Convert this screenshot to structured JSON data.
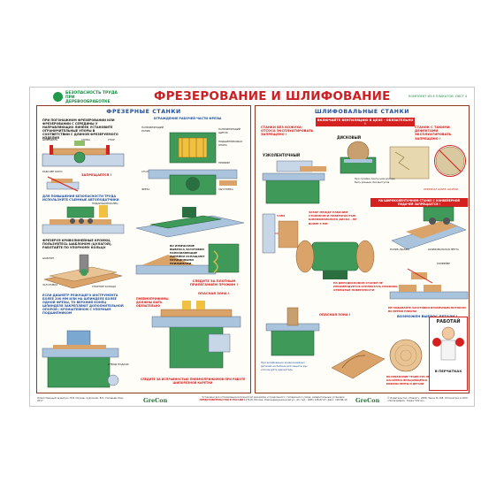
{
  "header": {
    "logo_line1": "БЕЗОПАСНОСТЬ ТРУДА",
    "logo_line2": "ПРИ ДЕРЕВООБРАБОТКЕ",
    "title": "ФРЕЗЕРОВАНИЕ И ШЛИФОВАНИЕ",
    "kit": "КОМПЛЕКТ ИЗ 6 ПЛАКАТОВ. ЛИСТ 4"
  },
  "left": {
    "title": "ФРЕЗЕРНЫЕ СТАНКИ",
    "guard_title": "ОГРАЖДЕНИЕ РАБОЧЕЙ ЧАСТИ ФРЕЗЫ",
    "intro": "ПРИ ПОГОНАЖНОМ ФРЕЗЕРОВАНИИ ИЛИ ФРЕЗЕРОВАНИИ С СЕРЕДИНЫ У НАПРАВЛЯЮЩИХ ЛИНЕЕК УСТАНОВИТЕ ОГРАНИЧИТЕЛЬНЫЕ УПОРЫ В СООТВЕТСТВИИ С ДЛИНОЙ ФРЕЗЕРУЕМОГО ИЗДЕЛИЯ",
    "labels_top": [
      "Шпиндель",
      "Скоба",
      "Упор",
      "Рабочее окно"
    ],
    "forbidden1": "ЗАПРЕЩАЕТСЯ !",
    "safety": "ДЛЯ ПОВЫШЕНИЯ БЕЗОПАСНОСТИ ТРУДА ИСПОЛЬЗУЙТЕ СЪЕМНЫЕ АВТОПОДАТЧИКИ",
    "feeder_label": "Подающий валец",
    "curve_text": "ФРЕЗЕРУЯ КРИВОЛИНЕЙНЫЕ КРОМКИ, ПОЛЬЗУЙТЕСЬ ШАБЛОНОМ (ЦУЛАГОЙ), РАБОТАЙТЕ ПО УПОРНОМУ КОЛЬЦУ",
    "curve_labels": [
      "Шаблон",
      "Заготовка",
      "Упорное кольцо"
    ],
    "spindle_text": "ЕСЛИ ДИАМЕТР РЕЖУЩЕГО ИНСТРУМЕНТА БОЛЕЕ 200 мм ИЛИ НА ШПИНДЕЛЕ БОЛЕЕ ОДНОЙ ФРЕЗЫ, ТО ВЕРХНИЙ КОНЕЦ ШПИНДЕЛЯ ЗАКРЕПЛЯЮТ ДОПОЛНИТЕЛЬНОЙ ОПОРОЙ / КРОНШТЕЙНОМ С УПОРНЫМ ПОДШИПНИКОМ",
    "guard_labels": [
      "Направляющий ролик",
      "Направляющий щиток",
      "Подшипниковая опора",
      "Стол",
      "Прижим",
      "Фреза",
      "Заготовка"
    ],
    "hand_text": "ВО ИЗБЕЖАНИЕ ВЫБРОСА ЗАГОТОВКИ НАПРАВЛЯЮЩИЕ ЛИНЕЙКИ ОСНАЩАЮТ ПРУЖИННЫМИ ПРИЖИМАМИ",
    "watch": "СЛЕДИТЕ ЗА ПЛОТНЫМ ПРИЛЕГАНИЕМ ПРУЖИН !",
    "danger": "ОПАСНАЯ ЗОНА !",
    "pneu_text": "ПНЕВМОПРИЖИМЫ ДОЛЖНЫ БЫТЬ ОБЯЗАТЕЛЬНО",
    "pneu_bottom": "СЛЕДИТЕ ЗА ИСПРАВНОСТЬЮ ПНЕВМОПРИЖИМОВ ПРИ РАБОТЕ ШИПОРЕЗНОЙ КАРЕТКИ",
    "feed_label": "Отвод подачи"
  },
  "right": {
    "title": "ШЛИФОВАЛЬНЫЕ СТАНКИ",
    "vent": "ВКЛЮЧАЙТЕ ВЕНТИЛЯЦИЮ В ЦЕХЕ - ОБЯЗАТЕЛЬНО !",
    "no_guard": "СТАНКИ БЕЗ КОЖУХА-ОТСОСА ЭКСПЛУАТИРОВАТЬ ЗАПРЕЩЕНО !",
    "belt": "УЗКОЛЕНТОЧНЫЙ",
    "disc": "ДИСКОВЫЙ",
    "torn": "СТАНОК С ТАКИМИ ДЕФЕКТАМИ ЭКСПЛУАТИРОВАТЬ ЗАПРЕЩЕНО !",
    "belt_check": "При склейке ленты шов должен быть ровным, без выступов",
    "disc_check": "ОРИГИНАЛ ШЛИФ. ШКУРКИ",
    "feeder_forbid": "НА ШИРОКОЛЕНТОЧНОМ СТАНКЕ С КОНВЕЙЕРНОЙ ПОДАЧЕЙ ЗАПРЕЩАЕТСЯ !",
    "gap": "ЗАЗОР МЕЖДУ РАБОЧИМ СТОЛИКОМ И ПОВЕРХНОСТЬЮ ШЛИФОВАЛЬНОГО ДИСКА - НЕ БОЛЕЕ 5 мм",
    "gap_size": "5 мм",
    "twin": "НА ДВУХДИСКОВОМ СТАНКЕ НЕ РЕКОМЕНДУЕТСЯ ОТРАБОТАТЬ ПРОФИЛЬ / ОТКРЫТЫЕ ПОВЕРХНОСТИ",
    "danger": "ОПАСНАЯ ЗОНА !",
    "drum": "При шлифовании криволинейных деталей на бобине для защиты рук используйте держатель",
    "conv_labels": [
      "Ролик (валик)",
      "Шлифовальная лента",
      "Конвейер"
    ],
    "restriction": "НЕ ПОДАВАЙТЕ ЗАГОТОВКИ ВТОРИЧНЫМ ПОТОКОМ ВО ВРЕМЯ РАБОТЫ",
    "possible": "ВОЗМОЖЕН ВЫБРОС ДЕТАЛИ !",
    "gloves_top": "РАБОТАЙ",
    "gloves_bottom": "В ПЕРЧАТКАХ",
    "gloves_note": "ВО ИЗБЕЖАНИЕ ТРАВМ РУК НЕ КАСАЙТЕСЬ ВРАЩАЮЩЕЙСЯ БОБИНЫ ЛЕНТЫ И ДЕТАЛИ"
  },
  "footer": {
    "left": "Ответственный за выпуск: В.В. Окунев. Художник: В.Н. Соловьёв. Изд.: 2017",
    "brand": "GreCon",
    "center": "Установки для оптимизации волокнистой раскройки и продольного / поперечного упора; измерительные установки",
    "rep": "ПРЕДСТАВИТЕЛЬСТВО В РОССИИ",
    "address": "117418, Москва, Новочеремушкинская ул., 61, тел.: (095) 128-87-07, факс: 128-86-19",
    "right": "© Издательство «Плакат», 2008. Заказ № 108. Отпечатано в ООО «Полиграфия». Тираж 500 экз."
  },
  "colors": {
    "title_red": "#cc1f24",
    "section_blue": "#1d4e9c",
    "frame_brown": "#8b3a1f",
    "logo_green": "#1b8a43",
    "machine_green": "#3f9a5a",
    "wood": "#d9a36a"
  }
}
